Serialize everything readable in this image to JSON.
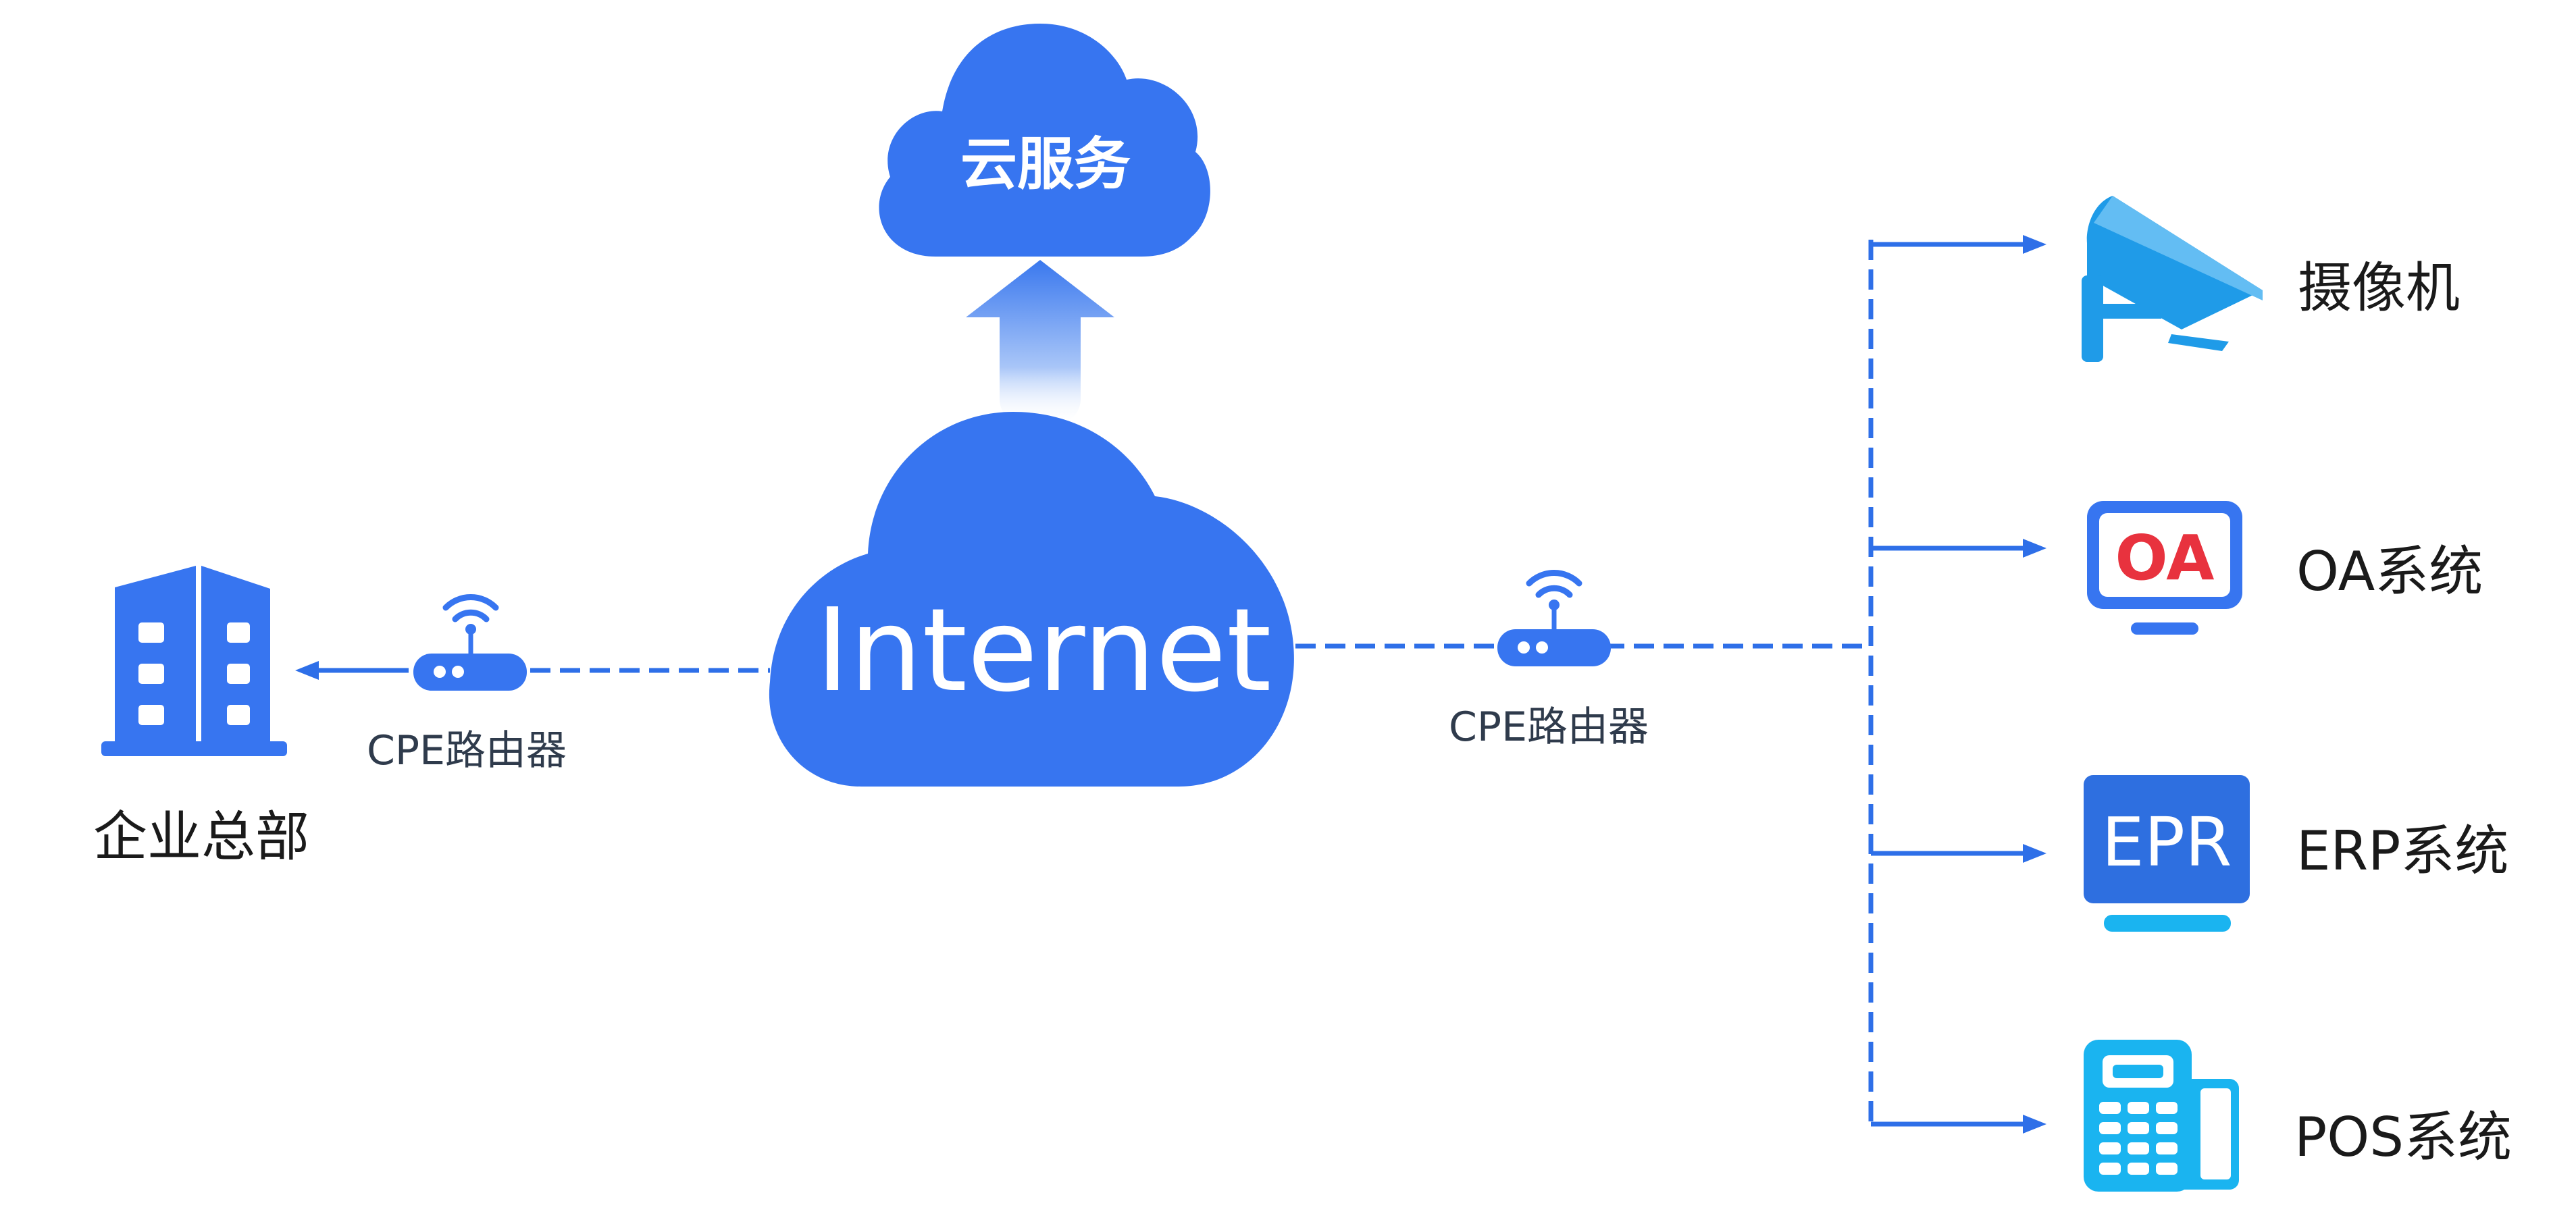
{
  "cloud_service": {
    "label": "云服务"
  },
  "internet": {
    "label": "Internet"
  },
  "headquarters": {
    "label": "企业总部",
    "icon": "building-icon"
  },
  "router_left": {
    "label": "CPE路由器",
    "icon": "router-icon"
  },
  "router_right": {
    "label": "CPE路由器",
    "icon": "router-icon"
  },
  "devices": [
    {
      "label": "摄像机",
      "icon": "camera-icon"
    },
    {
      "label": "OA系统",
      "icon": "oa-monitor-icon",
      "badge": "OA"
    },
    {
      "label": "ERP系统",
      "icon": "erp-screen-icon",
      "badge": "EPR"
    },
    {
      "label": "POS系统",
      "icon": "pos-terminal-icon"
    }
  ],
  "colors": {
    "primary_blue": "#3775f0",
    "line_blue": "#2e6fe8",
    "light_blue": "#1f9be8",
    "cyan": "#1ab4f0",
    "oa_red": "#e8323e"
  }
}
